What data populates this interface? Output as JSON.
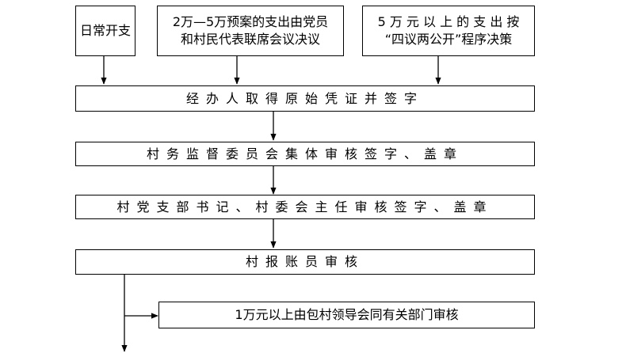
{
  "flow": {
    "top": {
      "daily": "日常开支",
      "mid_line1": "2万—5万预案的支出由党员",
      "mid_line2": "和村民代表联席会议决议",
      "large_line1": "5 万 元 以 上 的 支 出 按",
      "large_line2": "“四议两公开”程序决策"
    },
    "steps": [
      "经办人取得原始凭证并签字",
      "村务监督委员会集体审核签字、盖章",
      "村党支部书记、村委会主任审核签字、盖章",
      "村报账员审核"
    ],
    "branch": "1万元以上由包村领导会同有关部门审核"
  }
}
